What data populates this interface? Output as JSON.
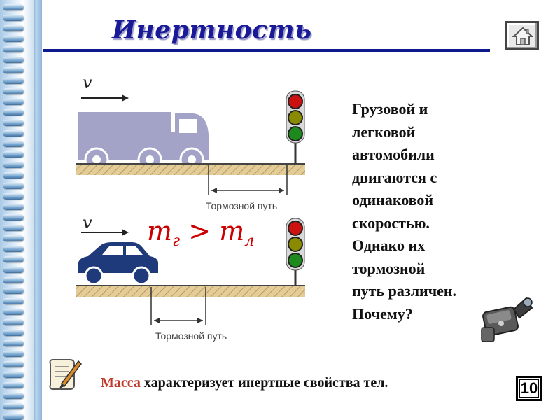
{
  "title": "Инертность",
  "scene": {
    "truck": {
      "velocity_label": "v",
      "brake_label": "Тормозной путь"
    },
    "car": {
      "velocity_label": "v",
      "brake_label": "Тормозной путь"
    },
    "traffic_light_colors": [
      "#cc1111",
      "#8a8a00",
      "#1e8a1e"
    ],
    "formula": {
      "m1": "m",
      "sub1": "г",
      "op": ">",
      "m2": "m",
      "sub2": "л"
    }
  },
  "question_lines": [
    "Грузовой и",
    "легковой",
    "автомобили",
    "двигаются с",
    "одинаковой",
    "скоростью.",
    "Однако их",
    "тормозной",
    "путь различен.",
    "Почему?"
  ],
  "conclusion": {
    "accent": "Масса",
    "rest": " характеризует инертные свойства тел."
  },
  "page_number": "10",
  "colors": {
    "title": "#1a1a99",
    "accent": "#c0392b",
    "formula": "#cc0000",
    "truck": "#a3a3c8",
    "car": "#1e3a7a",
    "ground": "#d9c08a"
  },
  "icons": [
    "home-icon",
    "pen-scroll-icon",
    "video-camera-icon"
  ]
}
